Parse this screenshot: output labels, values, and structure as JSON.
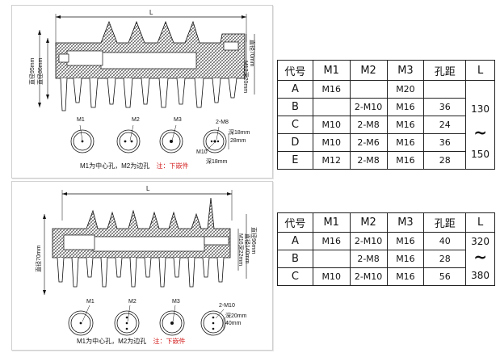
{
  "top": {
    "dim_L": "L",
    "dim_left_outer": "直径95mm",
    "dim_left_inner": "直径86mm",
    "dim_right_outer": "直径70mm",
    "dim_right_thread": "M12深20mm",
    "hole_labels": [
      "M1",
      "M2",
      "M3"
    ],
    "m4_label": "2-M8",
    "m4_depth1": "深18mm",
    "m4_size": "28mm",
    "m4_center": "M10",
    "m4_depth2": "深18mm",
    "note_black": "M1为中心孔，M2为边孔",
    "note_red": "注：下嵌件"
  },
  "bottom": {
    "dim_L": "L",
    "dim_left": "直径70mm",
    "dim_right_outer": "直径96mm",
    "dim_right_inner": "直径140mm",
    "dim_right_thread": "M16深22mm",
    "hole_labels": [
      "M1",
      "M2",
      "M3"
    ],
    "m4_label": "2-M10",
    "m4_depth": "深20mm",
    "m4_size": "40mm",
    "note_black": "M1为中心孔，M2为边孔",
    "note_red": "注：下嵌件"
  },
  "table1": {
    "headers": [
      "代号",
      "M1",
      "M2",
      "M3",
      "孔距",
      "L"
    ],
    "rows": [
      {
        "code": "A",
        "m1": "M16",
        "m2": "",
        "m3": "M20",
        "dist": ""
      },
      {
        "code": "B",
        "m1": "",
        "m2": "2-M10",
        "m3": "M16",
        "dist": "36"
      },
      {
        "code": "C",
        "m1": "M10",
        "m2": "2-M8",
        "m3": "M16",
        "dist": "24"
      },
      {
        "code": "D",
        "m1": "M10",
        "m2": "2-M6",
        "m3": "M16",
        "dist": "36"
      },
      {
        "code": "E",
        "m1": "M12",
        "m2": "2-M8",
        "m3": "M16",
        "dist": "28"
      }
    ],
    "L_min": "130",
    "L_sep": "~",
    "L_max": "150"
  },
  "table2": {
    "headers": [
      "代号",
      "M1",
      "M2",
      "M3",
      "孔距",
      "L"
    ],
    "rows": [
      {
        "code": "A",
        "m1": "M16",
        "m2": "2-M10",
        "m3": "M16",
        "dist": "40"
      },
      {
        "code": "B",
        "m1": "",
        "m2": "2-M8",
        "m3": "M16",
        "dist": "28"
      },
      {
        "code": "C",
        "m1": "M10",
        "m2": "2-M10",
        "m3": "M16",
        "dist": "56"
      }
    ],
    "L_min": "320",
    "L_sep": "~",
    "L_max": "380"
  },
  "colors": {
    "red_note": "#d42020",
    "line": "#111111"
  }
}
